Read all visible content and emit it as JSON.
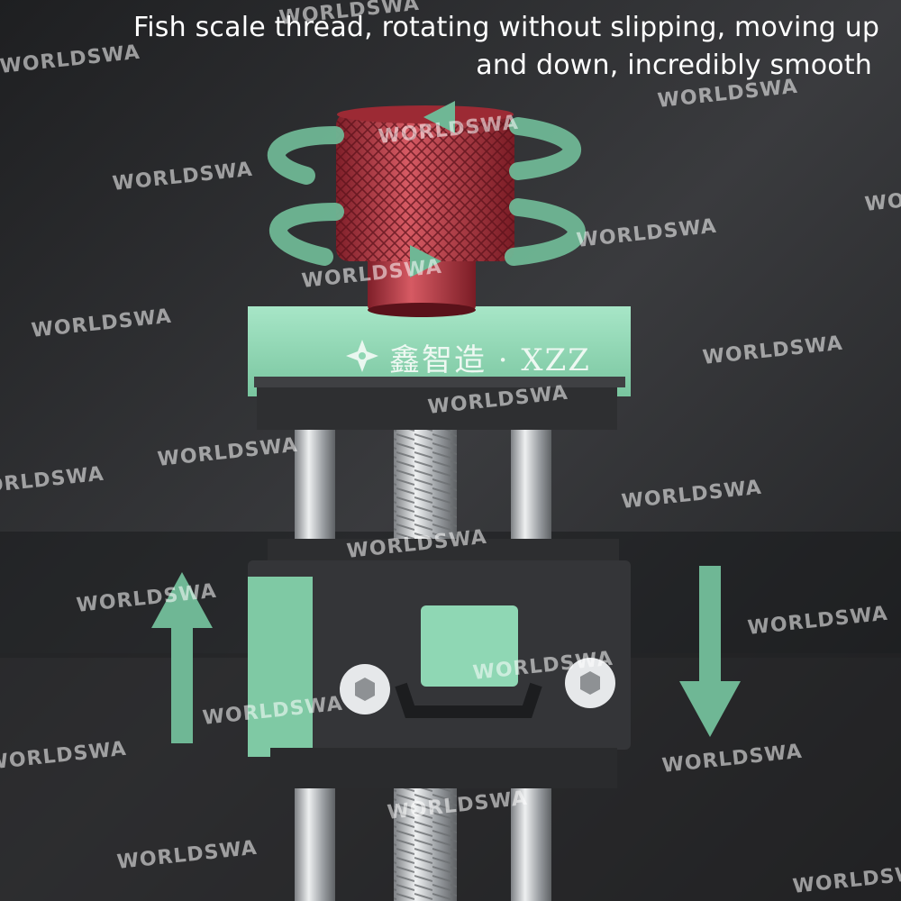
{
  "caption": {
    "line1": "Fish scale thread, rotating without slipping, moving up",
    "line2": "and down, incredibly smooth"
  },
  "brand_mark": "鑫智造 · XZZ",
  "watermark_text": "WORLDSWA",
  "colors": {
    "background": "#2a2b2d",
    "mint": "#8fd7b4",
    "knob_red": "#b8343f",
    "arrow_green": "#6fb795",
    "steel": "#c9cbcd"
  },
  "icons": [
    "rotation-arrow-icon",
    "up-arrow-icon",
    "down-arrow-icon",
    "star-logo-icon",
    "hex-screw-icon"
  ]
}
